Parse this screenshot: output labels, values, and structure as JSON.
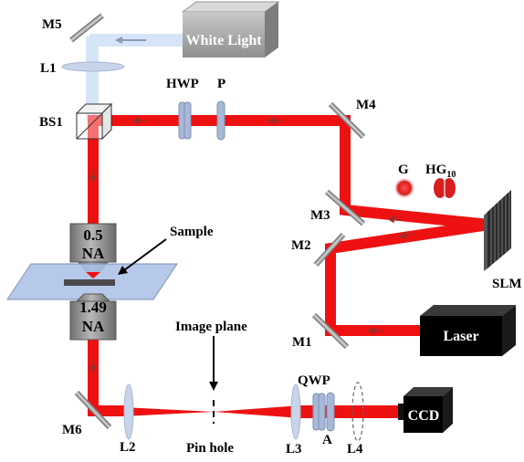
{
  "labels": {
    "m5": "M5",
    "white_light": "White Light",
    "l1": "L1",
    "hwp": "HWP",
    "p": "P",
    "m4": "M4",
    "bs1": "BS1",
    "g": "G",
    "hg_base": "HG",
    "hg_sub": "10",
    "m3": "M3",
    "sample": "Sample",
    "obj_top_1": "0.5",
    "obj_top_2": "NA",
    "m2": "M2",
    "slm": "SLM",
    "obj_bot_1": "1.49",
    "obj_bot_2": "NA",
    "image_plane": "Image plane",
    "m1": "M1",
    "laser": "Laser",
    "qwp": "QWP",
    "ccd": "CCD",
    "m6": "M6",
    "l2": "L2",
    "pin_hole": "Pin hole",
    "l3": "L3",
    "a": "A",
    "l4": "L4"
  },
  "colors": {
    "beam": "#ee1111",
    "white_beam": "#d6e4f7",
    "mirror": "#b0b0b0",
    "lens": "#c7d4ea",
    "slide": "#a9c0e6",
    "objective": "#8c8c8c"
  }
}
